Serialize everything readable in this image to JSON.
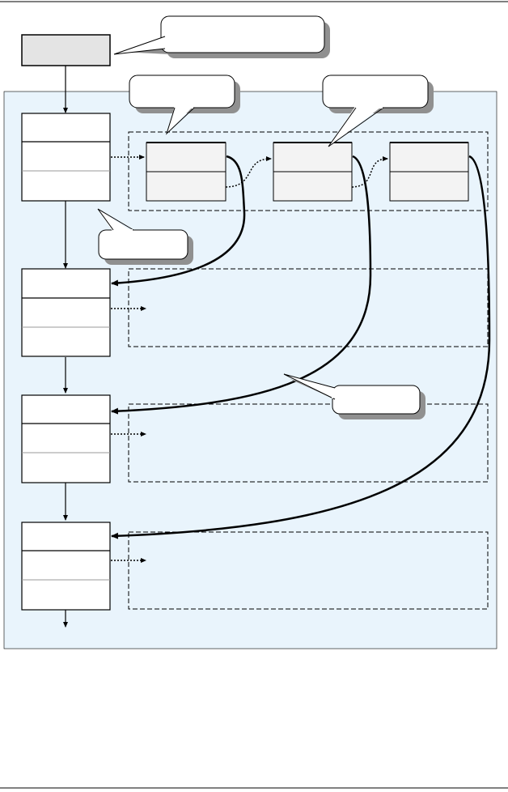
{
  "diagram": {
    "root_node": {
      "label": ""
    },
    "callouts": [
      {
        "id": "top-right",
        "text": ""
      },
      {
        "id": "list-item",
        "text": ""
      },
      {
        "id": "list-item-2",
        "text": ""
      },
      {
        "id": "chain-start",
        "text": ""
      },
      {
        "id": "links",
        "text": ""
      }
    ],
    "records": [
      {
        "fields": [
          "",
          "",
          ""
        ]
      },
      {
        "fields": [
          "",
          "",
          ""
        ]
      },
      {
        "fields": [
          "",
          "",
          ""
        ]
      },
      {
        "fields": [
          "",
          "",
          ""
        ]
      }
    ],
    "list_nodes": [
      {
        "fields": [
          "",
          ""
        ]
      },
      {
        "fields": [
          "",
          ""
        ]
      },
      {
        "fields": [
          "",
          ""
        ]
      }
    ],
    "colors": {
      "panel_fill": "#e9f4fc",
      "root_fill": "#e4e4e4",
      "node_fill": "#f3f3f3",
      "box_fill": "#ffffff",
      "line": "#000000",
      "shadow": "#909090",
      "separator": "#999999"
    }
  }
}
